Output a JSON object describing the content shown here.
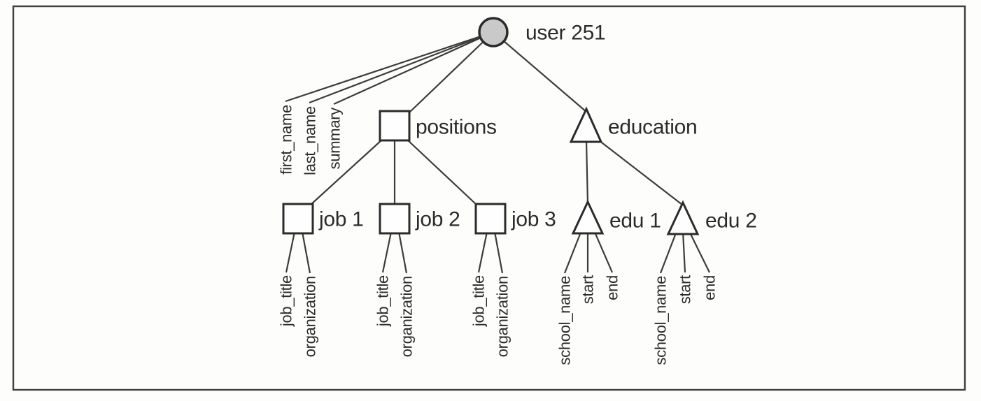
{
  "colors": {
    "ink": "#2b2b2b",
    "line": "#3c3c3c",
    "node_fill": "#fefefe",
    "root_fill": "#c9c9c9",
    "frame": "#3f3f3f",
    "background": "#fdfdfb"
  },
  "tree": {
    "root": {
      "label": "user 251",
      "shape": "circle",
      "attributes": [
        "first_name",
        "last_name",
        "summary"
      ]
    },
    "branches": [
      {
        "label": "positions",
        "shape": "square",
        "children": [
          {
            "label": "job 1",
            "shape": "square",
            "attributes": [
              "job_title",
              "organization"
            ]
          },
          {
            "label": "job 2",
            "shape": "square",
            "attributes": [
              "job_title",
              "organization"
            ]
          },
          {
            "label": "job 3",
            "shape": "square",
            "attributes": [
              "job_title",
              "organization"
            ]
          }
        ]
      },
      {
        "label": "education",
        "shape": "triangle",
        "children": [
          {
            "label": "edu 1",
            "shape": "triangle",
            "attributes": [
              "school_name",
              "start",
              "end"
            ]
          },
          {
            "label": "edu 2",
            "shape": "triangle",
            "attributes": [
              "school_name",
              "start",
              "end"
            ]
          }
        ]
      }
    ]
  }
}
